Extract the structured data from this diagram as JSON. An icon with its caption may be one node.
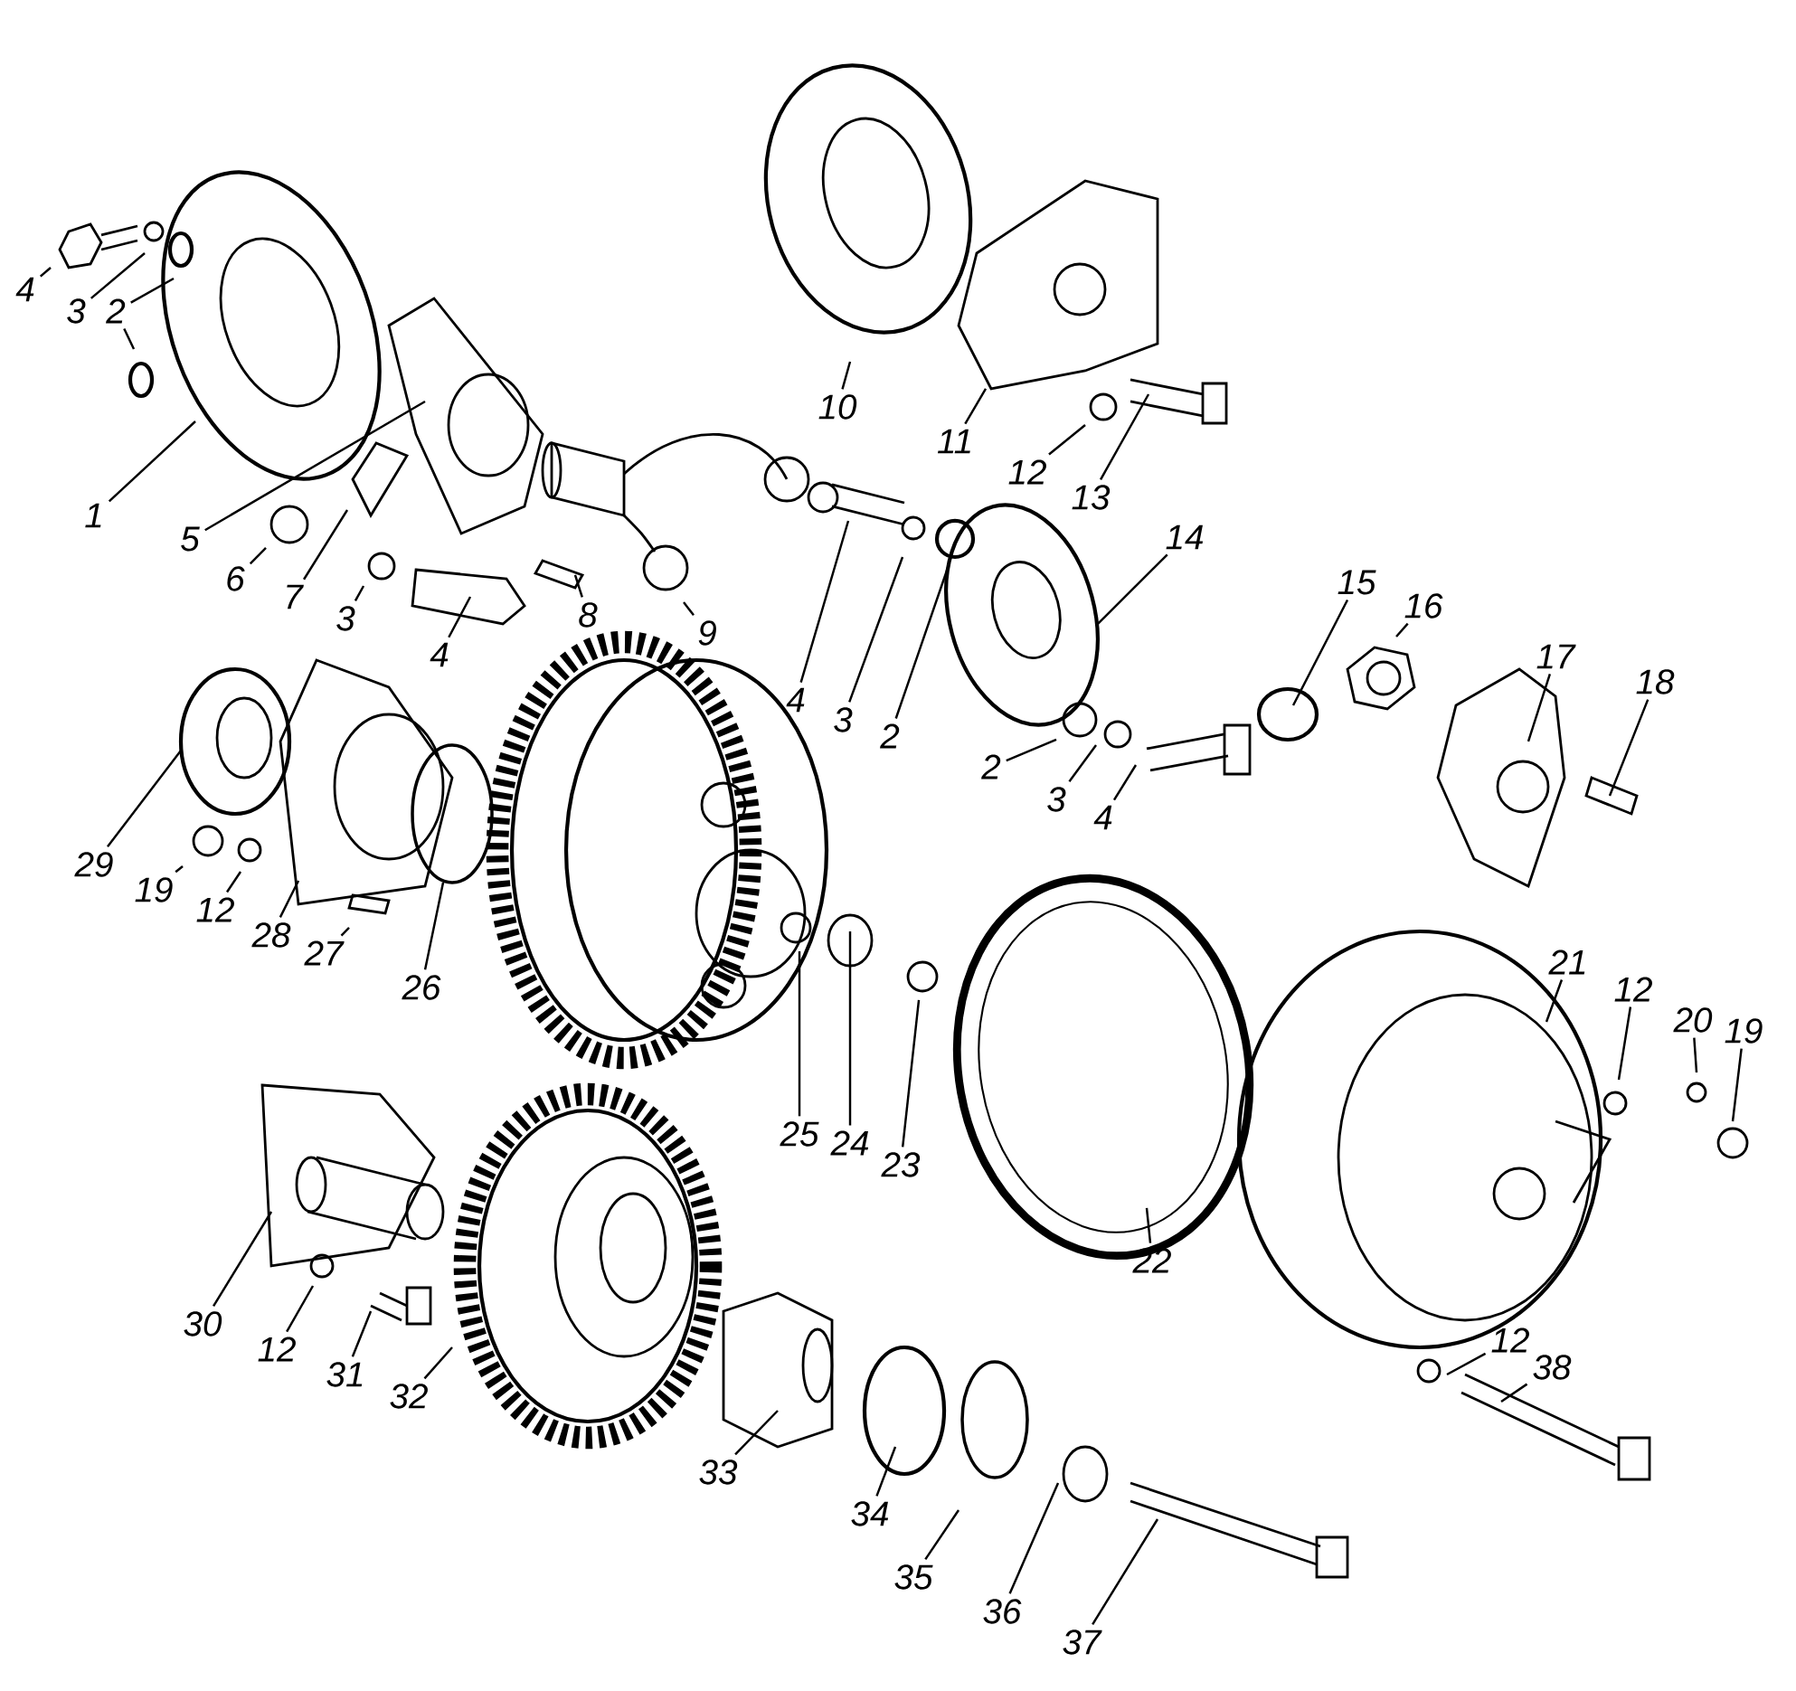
{
  "diagram": {
    "nodes": [
      {
        "text": [
          "4"
        ]
      },
      {
        "text": [
          "3"
        ]
      },
      {
        "text": [
          "2"
        ]
      },
      {
        "text": [
          "1"
        ]
      },
      {
        "text": [
          "5"
        ]
      },
      {
        "text": [
          "6"
        ]
      },
      {
        "text": [
          "7"
        ]
      },
      {
        "text": [
          "3"
        ]
      },
      {
        "text": [
          "4"
        ]
      },
      {
        "text": [
          "8"
        ]
      },
      {
        "text": [
          "9"
        ]
      },
      {
        "text": [
          "10"
        ]
      },
      {
        "text": [
          "11"
        ]
      },
      {
        "text": [
          "12"
        ]
      },
      {
        "text": [
          "13"
        ]
      },
      {
        "text": [
          "4"
        ]
      },
      {
        "text": [
          "3"
        ]
      },
      {
        "text": [
          "2"
        ]
      },
      {
        "text": [
          "14"
        ]
      },
      {
        "text": [
          "15"
        ]
      },
      {
        "text": [
          "16"
        ]
      },
      {
        "text": [
          "17"
        ]
      },
      {
        "text": [
          "18"
        ]
      },
      {
        "text": [
          "2"
        ]
      },
      {
        "text": [
          "3"
        ]
      },
      {
        "text": [
          "4"
        ]
      },
      {
        "text": [
          "29"
        ]
      },
      {
        "text": [
          "19"
        ]
      },
      {
        "text": [
          "12"
        ]
      },
      {
        "text": [
          "28"
        ]
      },
      {
        "text": [
          "27"
        ]
      },
      {
        "text": [
          "26"
        ]
      },
      {
        "text": [
          "25"
        ]
      },
      {
        "text": [
          "24"
        ]
      },
      {
        "text": [
          "23"
        ]
      },
      {
        "text": [
          "22"
        ]
      },
      {
        "text": [
          "21"
        ]
      },
      {
        "text": [
          "12"
        ]
      },
      {
        "text": [
          "20"
        ]
      },
      {
        "text": [
          "19"
        ]
      },
      {
        "text": [
          "30"
        ]
      },
      {
        "text": [
          "12"
        ]
      },
      {
        "text": [
          "31"
        ]
      },
      {
        "text": [
          "32"
        ]
      },
      {
        "text": [
          "33"
        ]
      },
      {
        "text": [
          "34"
        ]
      },
      {
        "text": [
          "35"
        ]
      },
      {
        "text": [
          "36"
        ]
      },
      {
        "text": [
          "37"
        ]
      },
      {
        "text": [
          "12"
        ]
      },
      {
        "text": [
          "38"
        ]
      }
    ],
    "edges": [
      {
        "from": 0,
        "to": null,
        "arrow": "none"
      },
      {
        "from": 1,
        "to": null,
        "arrow": "none"
      },
      {
        "from": 2,
        "to": null,
        "arrow": "none"
      },
      {
        "from": 2,
        "to": null,
        "arrow": "none"
      },
      {
        "from": 3,
        "to": null,
        "arrow": "none"
      },
      {
        "from": 4,
        "to": null,
        "arrow": "none"
      },
      {
        "from": 5,
        "to": null,
        "arrow": "none"
      },
      {
        "from": 6,
        "to": null,
        "arrow": "none"
      },
      {
        "from": 7,
        "to": null,
        "arrow": "none"
      },
      {
        "from": 8,
        "to": null,
        "arrow": "none"
      },
      {
        "from": 9,
        "to": null,
        "arrow": "none"
      },
      {
        "from": 10,
        "to": null,
        "arrow": "none"
      },
      {
        "from": 11,
        "to": null,
        "arrow": "none"
      },
      {
        "from": 12,
        "to": null,
        "arrow": "none"
      },
      {
        "from": 13,
        "to": null,
        "arrow": "none"
      },
      {
        "from": 14,
        "to": null,
        "arrow": "none"
      },
      {
        "from": 15,
        "to": null,
        "arrow": "none"
      },
      {
        "from": 16,
        "to": null,
        "arrow": "none"
      },
      {
        "from": 17,
        "to": null,
        "arrow": "none"
      },
      {
        "from": 18,
        "to": null,
        "arrow": "none"
      },
      {
        "from": 19,
        "to": null,
        "arrow": "none"
      },
      {
        "from": 20,
        "to": null,
        "arrow": "none"
      },
      {
        "from": 21,
        "to": null,
        "arrow": "none"
      },
      {
        "from": 22,
        "to": null,
        "arrow": "none"
      },
      {
        "from": 23,
        "to": null,
        "arrow": "none"
      },
      {
        "from": 24,
        "to": null,
        "arrow": "none"
      },
      {
        "from": 25,
        "to": null,
        "arrow": "none"
      },
      {
        "from": 26,
        "to": null,
        "arrow": "none"
      },
      {
        "from": 27,
        "to": null,
        "arrow": "none"
      },
      {
        "from": 28,
        "to": null,
        "arrow": "none"
      },
      {
        "from": 29,
        "to": null,
        "arrow": "none"
      },
      {
        "from": 30,
        "to": null,
        "arrow": "none"
      },
      {
        "from": 31,
        "to": null,
        "arrow": "none"
      },
      {
        "from": 32,
        "to": null,
        "arrow": "none"
      },
      {
        "from": 33,
        "to": null,
        "arrow": "none"
      },
      {
        "from": 34,
        "to": null,
        "arrow": "none"
      },
      {
        "from": 35,
        "to": null,
        "arrow": "none"
      },
      {
        "from": 36,
        "to": null,
        "arrow": "none"
      },
      {
        "from": 37,
        "to": null,
        "arrow": "none"
      },
      {
        "from": 38,
        "to": null,
        "arrow": "none"
      },
      {
        "from": 39,
        "to": null,
        "arrow": "none"
      },
      {
        "from": 40,
        "to": null,
        "arrow": "none"
      },
      {
        "from": 41,
        "to": null,
        "arrow": "none"
      },
      {
        "from": 42,
        "to": null,
        "arrow": "none"
      },
      {
        "from": 43,
        "to": null,
        "arrow": "none"
      },
      {
        "from": 44,
        "to": null,
        "arrow": "none"
      },
      {
        "from": 45,
        "to": null,
        "arrow": "none"
      },
      {
        "from": 46,
        "to": null,
        "arrow": "none"
      },
      {
        "from": 47,
        "to": null,
        "arrow": "none"
      },
      {
        "from": 48,
        "to": null,
        "arrow": "none"
      },
      {
        "from": 49,
        "to": null,
        "arrow": "none"
      },
      {
        "from": 50,
        "to": null,
        "arrow": "none"
      }
    ]
  }
}
